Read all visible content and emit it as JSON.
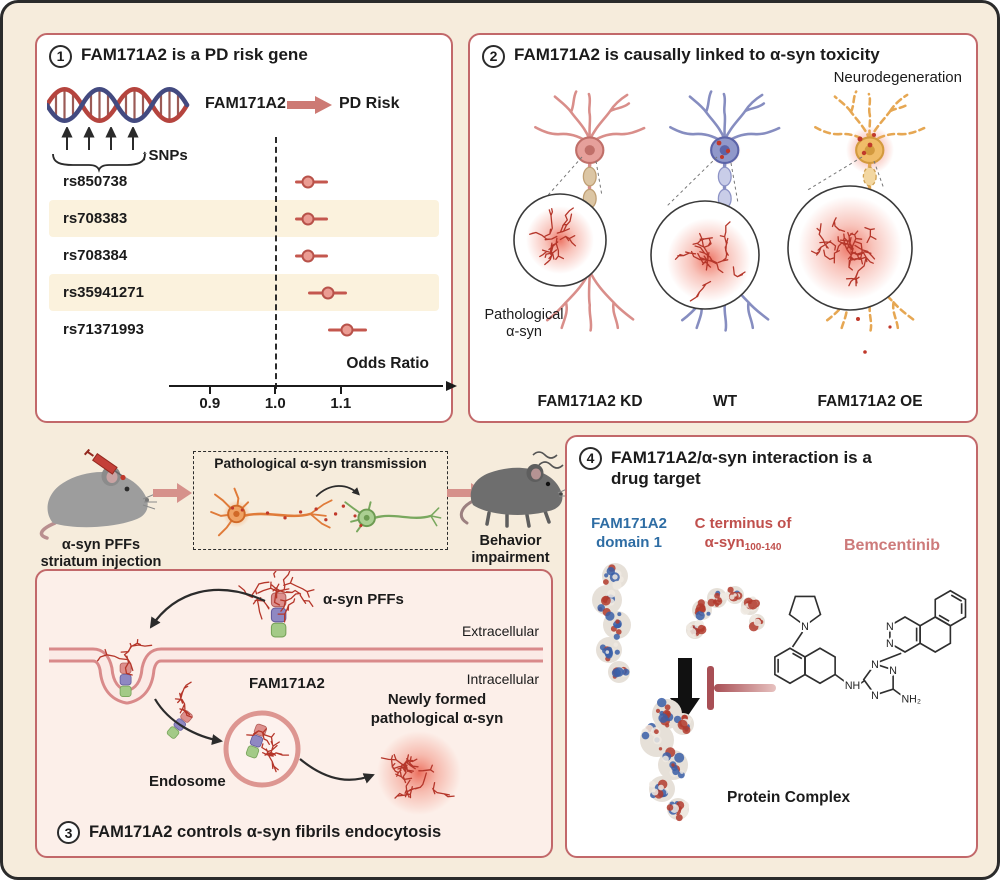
{
  "figure": {
    "bg_color": "#f6ecdc",
    "panel_border_color": "#c2686a",
    "accent": "#c0504d"
  },
  "panel1": {
    "badge": "1",
    "title": "FAM171A2 is a PD risk gene",
    "gene_label": "FAM171A2",
    "risk_label": "PD Risk",
    "snps_label": "SNPs",
    "chart_data": {
      "type": "forest",
      "rows": [
        {
          "snp": "rs850738",
          "or": 1.05,
          "ci": [
            1.03,
            1.08
          ]
        },
        {
          "snp": "rs708383",
          "or": 1.05,
          "ci": [
            1.03,
            1.08
          ]
        },
        {
          "snp": "rs708384",
          "or": 1.05,
          "ci": [
            1.03,
            1.08
          ]
        },
        {
          "snp": "rs35941271",
          "or": 1.08,
          "ci": [
            1.05,
            1.11
          ]
        },
        {
          "snp": "rs71371993",
          "or": 1.11,
          "ci": [
            1.08,
            1.14
          ]
        }
      ],
      "ref_line": 1.0,
      "axis_min": 0.85,
      "axis_max": 1.25,
      "ticks": [
        {
          "value": 0.9,
          "label": "0.9"
        },
        {
          "value": 1.0,
          "label": "1.0"
        },
        {
          "value": 1.1,
          "label": "1.1"
        }
      ],
      "xlabel": "Odds Ratio"
    }
  },
  "panel2": {
    "badge": "2",
    "title": "FAM171A2 is causally linked to α-syn toxicity",
    "neurodegeneration_label": "Neurodegeneration",
    "pathological_line1": "Pathological",
    "pathological_line2": "α-syn",
    "conditions": [
      {
        "label": "FAM171A2 KD"
      },
      {
        "label": "WT"
      },
      {
        "label": "FAM171A2 OE"
      }
    ]
  },
  "middle": {
    "injection_line1": "α-syn PFFs",
    "injection_line2": "striatum injection",
    "transmission_label": "Pathological α-syn transmission",
    "behavior_line1": "Behavior",
    "behavior_line2": "impairment"
  },
  "panel3": {
    "badge": "3",
    "title": "FAM171A2 controls α-syn fibrils endocytosis",
    "pffs_label": "α-syn PFFs",
    "extracellular_label": "Extracellular",
    "intracellular_label": "Intracellular",
    "fam_label": "FAM171A2",
    "endosome_label": "Endosome",
    "newly_line1": "Newly formed",
    "newly_line2": "pathological α-syn"
  },
  "panel4": {
    "badge": "4",
    "title_line1": "FAM171A2/α-syn interaction is a",
    "title_line2": "drug target",
    "domain_line1": "FAM171A2",
    "domain_line2": "domain 1",
    "cterm_line1": "C terminus of",
    "cterm_main": "α-syn",
    "cterm_sub": "100-140",
    "drug_label": "Bemcentinib",
    "complex_label": "Protein Complex",
    "atoms": {
      "pyrrolidine_n": "N",
      "linker_nh": "NH",
      "triazole_n1": "N",
      "triazole_n2": "N",
      "triazole_n4": "N",
      "amine": "NH₂",
      "pyridazine_n1": "N",
      "pyridazine_n2": "N"
    },
    "colors": {
      "domain": "#2e6da4",
      "cterm": "#c0504d",
      "drug": "#cd7a7a"
    }
  }
}
